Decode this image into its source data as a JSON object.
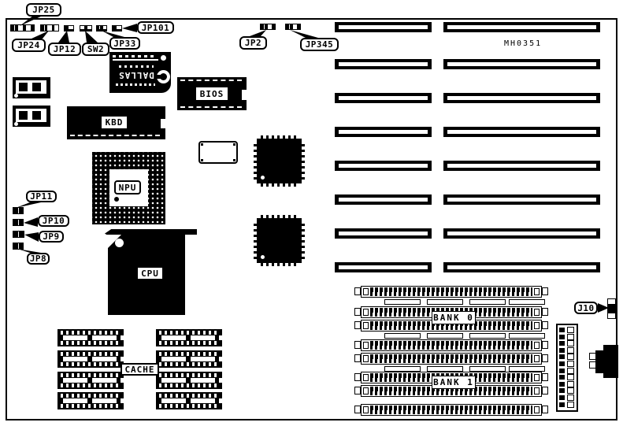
{
  "board": {
    "model": "MH0351"
  },
  "jumpers": {
    "jp25": "JP25",
    "jp24": "JP24",
    "jp12": "JP12",
    "sw2": "SW2",
    "jp33": "JP33",
    "jp101": "JP101",
    "jp2": "JP2",
    "jp345": "JP345",
    "jp11": "JP11",
    "jp10": "JP10",
    "jp9": "JP9",
    "jp8": "JP8",
    "j10": "J10"
  },
  "components": {
    "bios": "BIOS",
    "kbd": "KBD",
    "npu": "NPU",
    "cpu": "CPU",
    "cache": "CACHE",
    "bank0": "BANK 0",
    "bank1": "BANK 1",
    "dallas": "DALLAS"
  },
  "colors": {
    "ink": "#000000",
    "paper": "#ffffff"
  }
}
